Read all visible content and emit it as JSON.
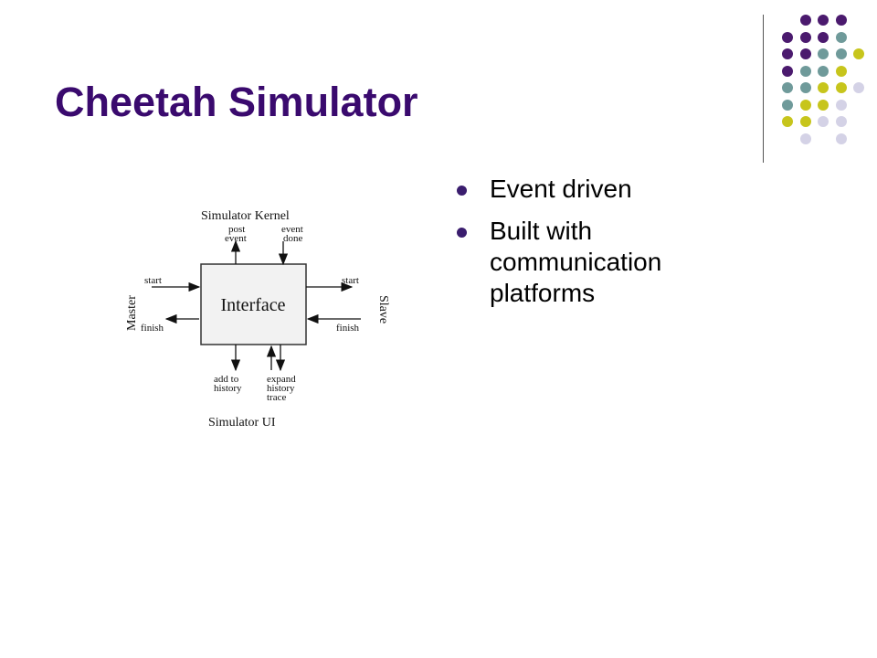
{
  "slide": {
    "title": "Cheetah Simulator",
    "bullets": [
      {
        "text": "Event driven"
      },
      {
        "text": "Built with communication platforms"
      }
    ]
  },
  "decoration": {
    "dot_colors": {
      "purple": "#4b1a6e",
      "teal": "#6f9a9a",
      "olive": "#c7c51c",
      "lavender": "#d4d2e6"
    }
  },
  "diagram": {
    "center_label": "Interface",
    "top_label": "Simulator Kernel",
    "bottom_label": "Simulator UI",
    "left_label": "Master",
    "right_label": "Slave",
    "arrows": {
      "post_event": [
        "post",
        "event"
      ],
      "event_done": [
        "event",
        "done"
      ],
      "master_start": "start",
      "master_finish": "finish",
      "slave_start": "start",
      "slave_finish": "finish",
      "add_to_history": [
        "add to",
        "history"
      ],
      "expand_history_trace": [
        "expand",
        "history",
        "trace"
      ]
    }
  }
}
